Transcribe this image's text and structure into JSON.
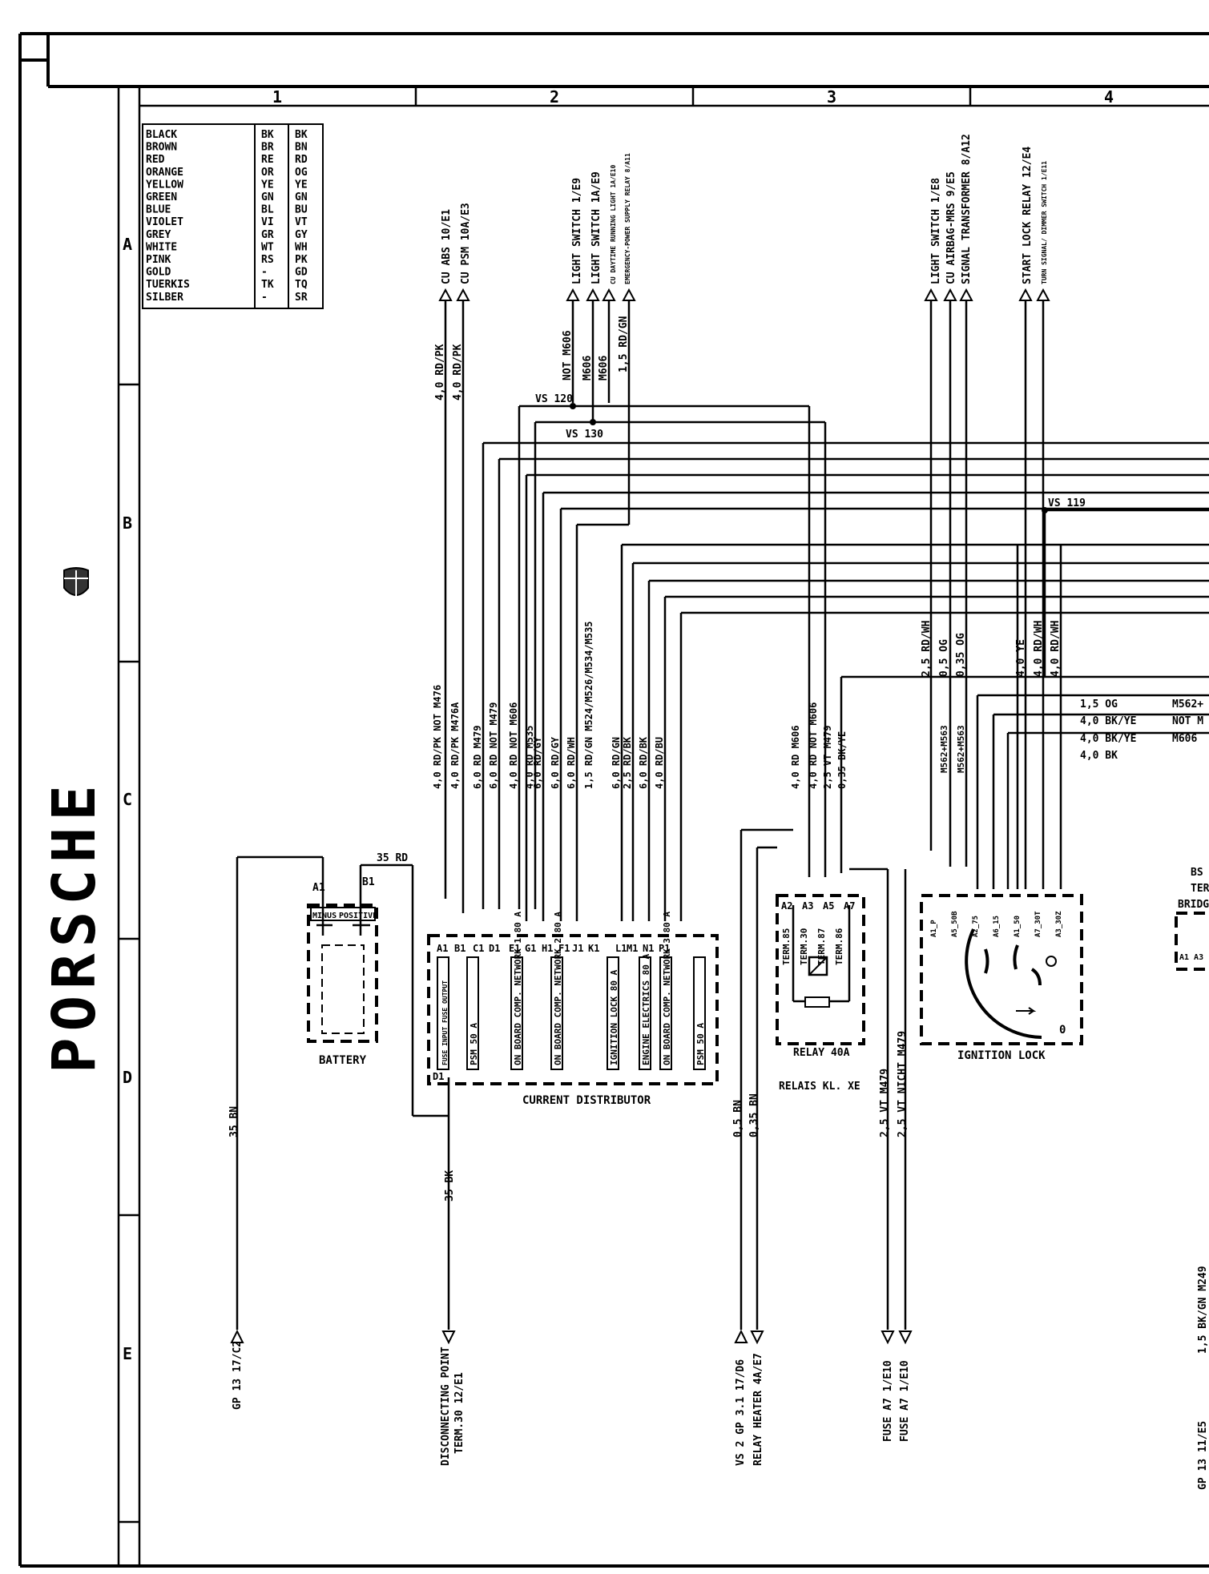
{
  "brand": "PORSCHE",
  "columns": [
    "1",
    "2",
    "3",
    "4"
  ],
  "rows": [
    "A",
    "B",
    "C",
    "D",
    "E"
  ],
  "color_key": [
    [
      "BLACK",
      "BK",
      "BK"
    ],
    [
      "BROWN",
      "BR",
      "BN"
    ],
    [
      "RED",
      "RE",
      "RD"
    ],
    [
      "ORANGE",
      "OR",
      "OG"
    ],
    [
      "YELLOW",
      "YE",
      "YE"
    ],
    [
      "GREEN",
      "GN",
      "GN"
    ],
    [
      "BLUE",
      "BL",
      "BU"
    ],
    [
      "VIOLET",
      "VI",
      "VT"
    ],
    [
      "GREY",
      "GR",
      "GY"
    ],
    [
      "WHITE",
      "WT",
      "WH"
    ],
    [
      "PINK",
      "RS",
      "PK"
    ],
    [
      "GOLD",
      "-",
      "GD"
    ],
    [
      "TUERKIS",
      "TK",
      "TQ"
    ],
    [
      "SILBER",
      "-",
      "SR"
    ]
  ],
  "top_refs": {
    "cu_abs": "CU ABS 10/E1",
    "cu_psm": "CU PSM 10A/E3",
    "light_switch_1": "LIGHT SWITCH 1/E9",
    "light_switch_1a": "LIGHT SWITCH 1A/E9",
    "daytime": "CU DAYTIME RUNNING LIGHT 1A/E10",
    "emergency": "EMERGENCY-POWER SUPPLY RELAY 8/A11",
    "light_switch_e8": "LIGHT SWITCH 1/E8",
    "airbag": "CU AIRBAG-MRS 9/E5",
    "signal": "SIGNAL TRANSFORMER 8/A12",
    "start_lock": "START LOCK RELAY 12/E4",
    "turn_signal": "TURN SIGNAL/ DIMMER SWITCH 1/E11"
  },
  "wire_labels": {
    "rdpk1": "4,0 RD/PK",
    "rdpk2": "4,0 RD/PK",
    "not_m606_top": "NOT M606",
    "m606_a": "M606",
    "m606_b": "M606",
    "rdgn_top": "1,5 RD/GN",
    "vs120": "VS 120",
    "vs130": "VS 130",
    "vs119": "VS 119",
    "rdwh_a": "2,5 RD/WH",
    "og_a": "0,5 OG",
    "og_b": "0,35 OG",
    "ye_a": "4,0 YE",
    "rdwh_b": "4,0 RD/WH",
    "rdwh_c": "4,0 RD/WH",
    "og15": "1,5 OG",
    "bkye1": "4,0 BK/YE",
    "bkye2": "4,0 BK/YE",
    "bk4": "4,0 BK",
    "m562a": "M562+",
    "not_m": "NOT M",
    "m606_r": "M606",
    "m562m563_a": "M562+M563",
    "m562m563_b": "M562+M563",
    "dist_wires": [
      "4,0 RD/PK  NOT M476",
      "4,0 RD/PK  M476A",
      "6,0 RD  M479",
      "6,0 RD  NOT M479",
      "4,0 RD  NOT M606",
      "4,0 RD  M535",
      "6,0 RD/GY",
      "6,0 RD/GY",
      "6,0 RD/WH",
      "1,5 RD/GN  M524/M526/M534/M535",
      "6,0 RD/GN",
      "2,5 RD/BK",
      "6,0 RD/BK",
      "4,0 RD/BU"
    ],
    "relay_wires": [
      "4,0 RD  M606",
      "4,0 RD  NOT M606",
      "2,5 VT  M479",
      "0,35 BK/YE"
    ],
    "rd35": "35 RD",
    "bn35": "35 BN",
    "bk35": "35 BK",
    "bn05": "0,5 BN",
    "bn035": "0,35 BN",
    "vt25a": "2,5 VT  M479",
    "vt25b": "2,5 VT  NICHT M479",
    "bkgn": "1,5 BK/GN  M249"
  },
  "components": {
    "battery": "BATTERY",
    "battery_minus": "MINUS",
    "battery_positive": "POSITIVE",
    "battery_a1": "A1",
    "battery_b1": "B1",
    "distributor": "CURRENT DISTRIBUTOR",
    "dist_pins": [
      "A1",
      "B1",
      "C1",
      "D1",
      "E1",
      "G1",
      "H1",
      "F1",
      "J1",
      "K1",
      "L1",
      "M1",
      "N1",
      "P1",
      "D1"
    ],
    "dist_labels": [
      "FUSE INPUT FUSE OUTPUT",
      "PSM 50 A",
      "ON BOARD COMP. NETWORK 1 80 A",
      "ON BOARD COMP. NETWORK 2 80 A",
      "IGNITION LOCK 80 A",
      "ENGINE ELECTRICS 80 A",
      "ON BOARD COMP. NETWORK 3 80 A",
      "PSM 50 A"
    ],
    "relay": "RELAY 40A",
    "relay_sub": "RELAIS KL. XE",
    "relay_pins": [
      "A2",
      "A3",
      "A5",
      "A7"
    ],
    "relay_terms": [
      "TERM.85",
      "TERM.30",
      "TERM.87",
      "TERM.86"
    ],
    "ignition": "IGNITION LOCK",
    "ign_pins": [
      "A1_P",
      "A5_50B",
      "A2_75",
      "A6_15",
      "A1_50",
      "A7_30T",
      "A3_30Z"
    ],
    "ign_zero": "0",
    "bs": "BS",
    "ter": "TER",
    "brid": "BRIDG",
    "bs_pins": "A1 A3"
  },
  "bottom_refs": {
    "gp13": "GP 13  17/C2",
    "disc1": "DISCONNECTING POINT",
    "disc2": "TERM.30 12/E1",
    "vs2": "VS 2 GP 3.1  17/D6",
    "heater": "RELAY HEATER  4A/E7",
    "fuse1": "FUSE A7  1/E10",
    "fuse2": "FUSE A7  1/E10",
    "gp_right": "GP 13  11/E5"
  }
}
